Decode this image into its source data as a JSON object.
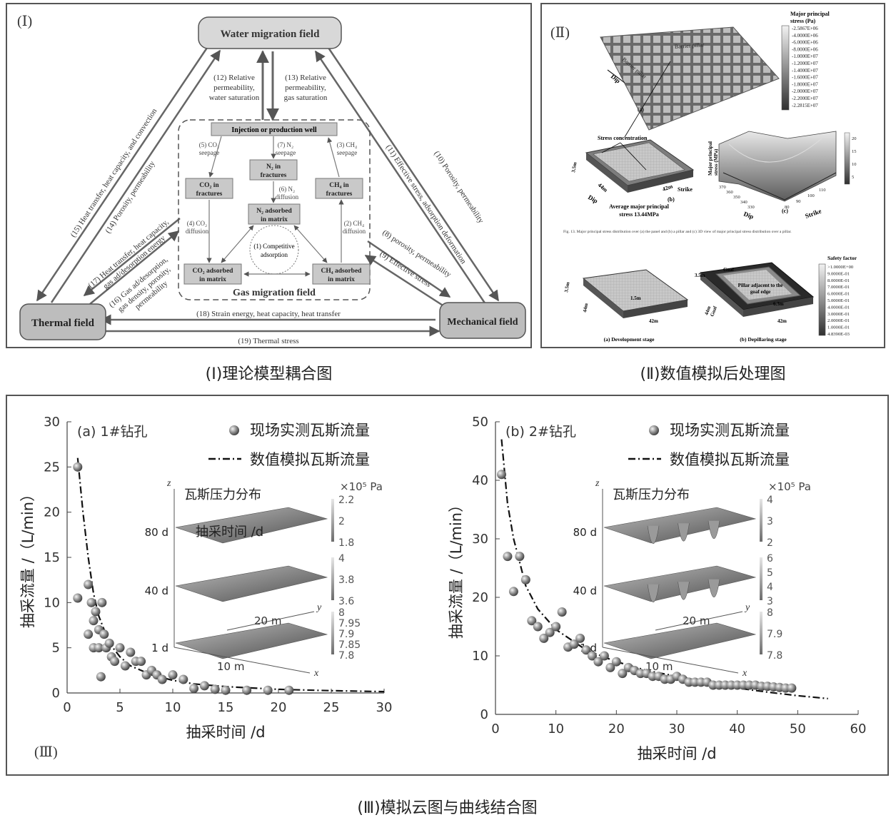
{
  "panel1": {
    "roman": "(Ⅰ)",
    "nodes": {
      "water": "Water migration field",
      "thermal": "Thermal field",
      "mechanical": "Mechanical field",
      "gas": "Gas migration field",
      "well": "Injection or production well",
      "n2_fract": [
        "N₂ in",
        "fractures"
      ],
      "co2_fract": [
        "CO₂ in",
        "fractures"
      ],
      "ch4_fract": [
        "CH₄ in",
        "fractures"
      ],
      "n2_ads": [
        "N₂ adsorbed",
        "in matrix"
      ],
      "co2_ads": [
        "CO₂ adsorbed",
        "in matrix"
      ],
      "ch4_ads": [
        "CH₄ adsorbed",
        "in matrix"
      ],
      "competitive": [
        "(1) Competitive",
        "adsorption"
      ]
    },
    "labels": {
      "l12": [
        "(12) Relative",
        "permeability,",
        "water saturation"
      ],
      "l13": [
        "(13) Relative",
        "permeability,",
        "gas saturation"
      ],
      "l5": [
        "(5) CO₂",
        "seepage"
      ],
      "l7": [
        "(7) N₂",
        "seepage"
      ],
      "l3": [
        "(3) CH₄",
        "seepage"
      ],
      "l6": [
        "(6) N₂",
        "diffusion"
      ],
      "l4": [
        "(4) CO₂",
        "diffusion"
      ],
      "l2": [
        "(2) CH₄",
        "diffusion"
      ],
      "l15": "(15) Heat transfer, heat capacity, and convection",
      "l14": "(14) Porosity, permeability",
      "l17": [
        "(17) Heat transfer, heat capacity,",
        "gas ad/desorption energy"
      ],
      "l16": [
        "(16) Gas ad/desorption,",
        "gas density, porosity,",
        "permeability"
      ],
      "l11": "(11) Effective stress, adsorption deformation",
      "l10": "(10) Porosity, permeability",
      "l8": "(8) porosity, permeability",
      "l9": "(9) Effective stress",
      "l18": "(18) Strain energy, heat capacity, heat transfer",
      "l19": "(19) Thermal stress"
    },
    "caption": "(Ⅰ)理论模型耦合图"
  },
  "panel2": {
    "roman": "(Ⅱ)",
    "legend_a_title": [
      "Major principal",
      "stress (Pa)"
    ],
    "legend_a": [
      "-2.5867E+06",
      "-4.0000E+06",
      "-6.0000E+06",
      "-8.0000E+06",
      "-1.0000E+07",
      "-1.2000E+07",
      "-1.4000E+07",
      "-1.6000E+07",
      "-1.8000E+07",
      "-2.0000E+07",
      "-2.2000E+07",
      "-2.2815E+07"
    ],
    "legend_b_title": "Safety factor",
    "legend_b": [
      ">1.0000E+00",
      "9.0000E-01",
      "8.0000E-01",
      "7.0000E-01",
      "6.0000E-01",
      "5.0000E-01",
      "4.0000E-01",
      "3.0000E-01",
      "2.0000E-01",
      "1.0000E-01",
      "4.8390E-03"
    ],
    "barrier1": "Barrier pillar",
    "barrier2": "Barrier pillar",
    "dip": "Dip",
    "strike": "Strike",
    "label_a": "(a)",
    "label_b": "(b)",
    "label_c": "(c)",
    "stress_conc": "Stress concentration",
    "avg_stress": [
      "Average major principal",
      "stress 13.44MPa"
    ],
    "dim_35": "3.5m",
    "dim_44": "44m",
    "dim_42": "42m",
    "dim_15": "1.5m",
    "dim_63": "6.3m",
    "zlabel": [
      "Major principal",
      "stress (MPa)"
    ],
    "ticks_c": [
      "370",
      "360",
      "350",
      "340",
      "330",
      "80",
      "90",
      "100",
      "110"
    ],
    "cbar_c": [
      "20",
      "15",
      "10",
      "5"
    ],
    "fig13": "Fig. 13. Major principal stress distribution over (a) the panel and (b) a pillar and (c) 3D view of major principal stress distribution over a pillar.",
    "goaf": "Goaf",
    "pillar_adj": [
      "Pillar adjacent to the",
      "goaf edge"
    ],
    "dev_stage": "(a) Development stage",
    "depill_stage": "(b) Depillaring stage",
    "caption": "(Ⅱ)数值模拟后处理图"
  },
  "panel3": {
    "roman": "(Ⅲ)",
    "caption": "(Ⅲ)模拟云图与曲线结合图"
  },
  "chart_data": [
    {
      "type": "scatter",
      "title": "(a) 1#钻孔",
      "xlabel": "抽采时间 /d",
      "ylabel": "抽采流量 /（L/min）",
      "xlim": [
        0,
        30
      ],
      "ylim": [
        0,
        30
      ],
      "xticks": [
        0,
        5,
        10,
        15,
        20,
        25,
        30
      ],
      "yticks": [
        0,
        5,
        10,
        15,
        20,
        25,
        30
      ],
      "series": [
        {
          "name": "现场实测瓦斯流量",
          "kind": "points",
          "x": [
            1,
            1,
            2,
            2,
            2.3,
            2.5,
            2.5,
            2.7,
            3,
            3,
            3.2,
            3.3,
            3.5,
            3.7,
            4,
            4.2,
            4.5,
            5,
            5.5,
            6,
            6.5,
            7,
            7.5,
            8,
            8.5,
            9,
            10,
            11,
            12,
            13,
            14,
            15,
            17,
            19,
            21
          ],
          "y": [
            25,
            10.5,
            12,
            6.5,
            10,
            8,
            5,
            9,
            7,
            5,
            1.8,
            10,
            6.5,
            5,
            5.5,
            4,
            3.5,
            5,
            3,
            4.5,
            3.5,
            3.5,
            2,
            2.5,
            2,
            1.5,
            2,
            1.5,
            0.5,
            0.8,
            0.4,
            0.3,
            0.3,
            0.3,
            0.3
          ]
        },
        {
          "name": "数值模拟瓦斯流量",
          "kind": "line",
          "x": [
            1,
            1.5,
            2,
            2.5,
            3,
            4,
            5,
            6,
            8,
            10,
            12,
            15,
            20,
            25,
            30
          ],
          "y": [
            26,
            20,
            15,
            11,
            8.5,
            5.5,
            4,
            3,
            2,
            1.4,
            1,
            0.7,
            0.4,
            0.25,
            0.15
          ]
        }
      ],
      "inset": {
        "title": "瓦斯压力分布",
        "unit": "×10⁵ Pa",
        "time_label": "抽采时间 /d",
        "z_label": "z",
        "x_label": "x",
        "y_label": "y",
        "x_scale": "10 m",
        "y_scale": "20 m",
        "layers": [
          "80 d",
          "40 d",
          "1 d"
        ],
        "cbar_80": [
          "2.2",
          "2",
          "1.8"
        ],
        "cbar_40": [
          "4",
          "3.8",
          "3.6"
        ],
        "cbar_1": [
          "8",
          "7.95",
          "7.9",
          "7.85",
          "7.8"
        ]
      }
    },
    {
      "type": "scatter",
      "title": "(b) 2#钻孔",
      "xlabel": "抽采时间 /d",
      "ylabel": "抽采流量 /（L/min）",
      "xlim": [
        0,
        60
      ],
      "ylim": [
        0,
        50
      ],
      "xticks": [
        0,
        10,
        20,
        30,
        40,
        50,
        60
      ],
      "yticks": [
        0,
        10,
        20,
        30,
        40,
        50
      ],
      "series": [
        {
          "name": "现场实测瓦斯流量",
          "kind": "points",
          "x": [
            1,
            2,
            3,
            4,
            5,
            6,
            7,
            8,
            9,
            10,
            11,
            12,
            13,
            14,
            15,
            16,
            17,
            18,
            19,
            20,
            21,
            22,
            23,
            24,
            25,
            26,
            27,
            28,
            29,
            30,
            31,
            32,
            33,
            34,
            35,
            36,
            37,
            38,
            39,
            40,
            41,
            42,
            43,
            44,
            45,
            46,
            47,
            48,
            49
          ],
          "y": [
            41,
            27,
            21,
            27,
            23,
            16,
            15,
            13,
            14,
            15,
            17.5,
            11.5,
            12,
            13,
            11,
            10,
            9,
            10,
            8,
            9,
            7,
            8,
            7.5,
            7,
            7,
            6.5,
            6.5,
            6,
            6,
            6.5,
            6,
            5.5,
            5.5,
            5.5,
            5.5,
            5,
            5,
            5,
            5,
            5,
            5,
            5,
            5,
            4.8,
            4.8,
            4.7,
            4.6,
            4.5,
            4.5
          ]
        },
        {
          "name": "数值模拟瓦斯流量",
          "kind": "line",
          "x": [
            1,
            2,
            3,
            4,
            5,
            7,
            10,
            15,
            20,
            25,
            30,
            35,
            40,
            45,
            50,
            55
          ],
          "y": [
            47,
            36,
            30,
            26,
            22,
            18,
            14.5,
            11,
            9,
            7.5,
            6.5,
            5.5,
            4.5,
            3.8,
            3.2,
            2.7
          ]
        }
      ],
      "inset": {
        "title": "瓦斯压力分布",
        "unit": "×10⁵ Pa",
        "z_label": "z",
        "x_label": "x",
        "y_label": "y",
        "x_scale": "10 m",
        "y_scale": "20 m",
        "layers": [
          "80 d",
          "40 d",
          "1 d"
        ],
        "cbar_80": [
          "4",
          "3",
          "2"
        ],
        "cbar_40": [
          "6",
          "5",
          "4",
          "3"
        ],
        "cbar_1": [
          "8",
          "7.9",
          "7.8"
        ]
      }
    }
  ]
}
